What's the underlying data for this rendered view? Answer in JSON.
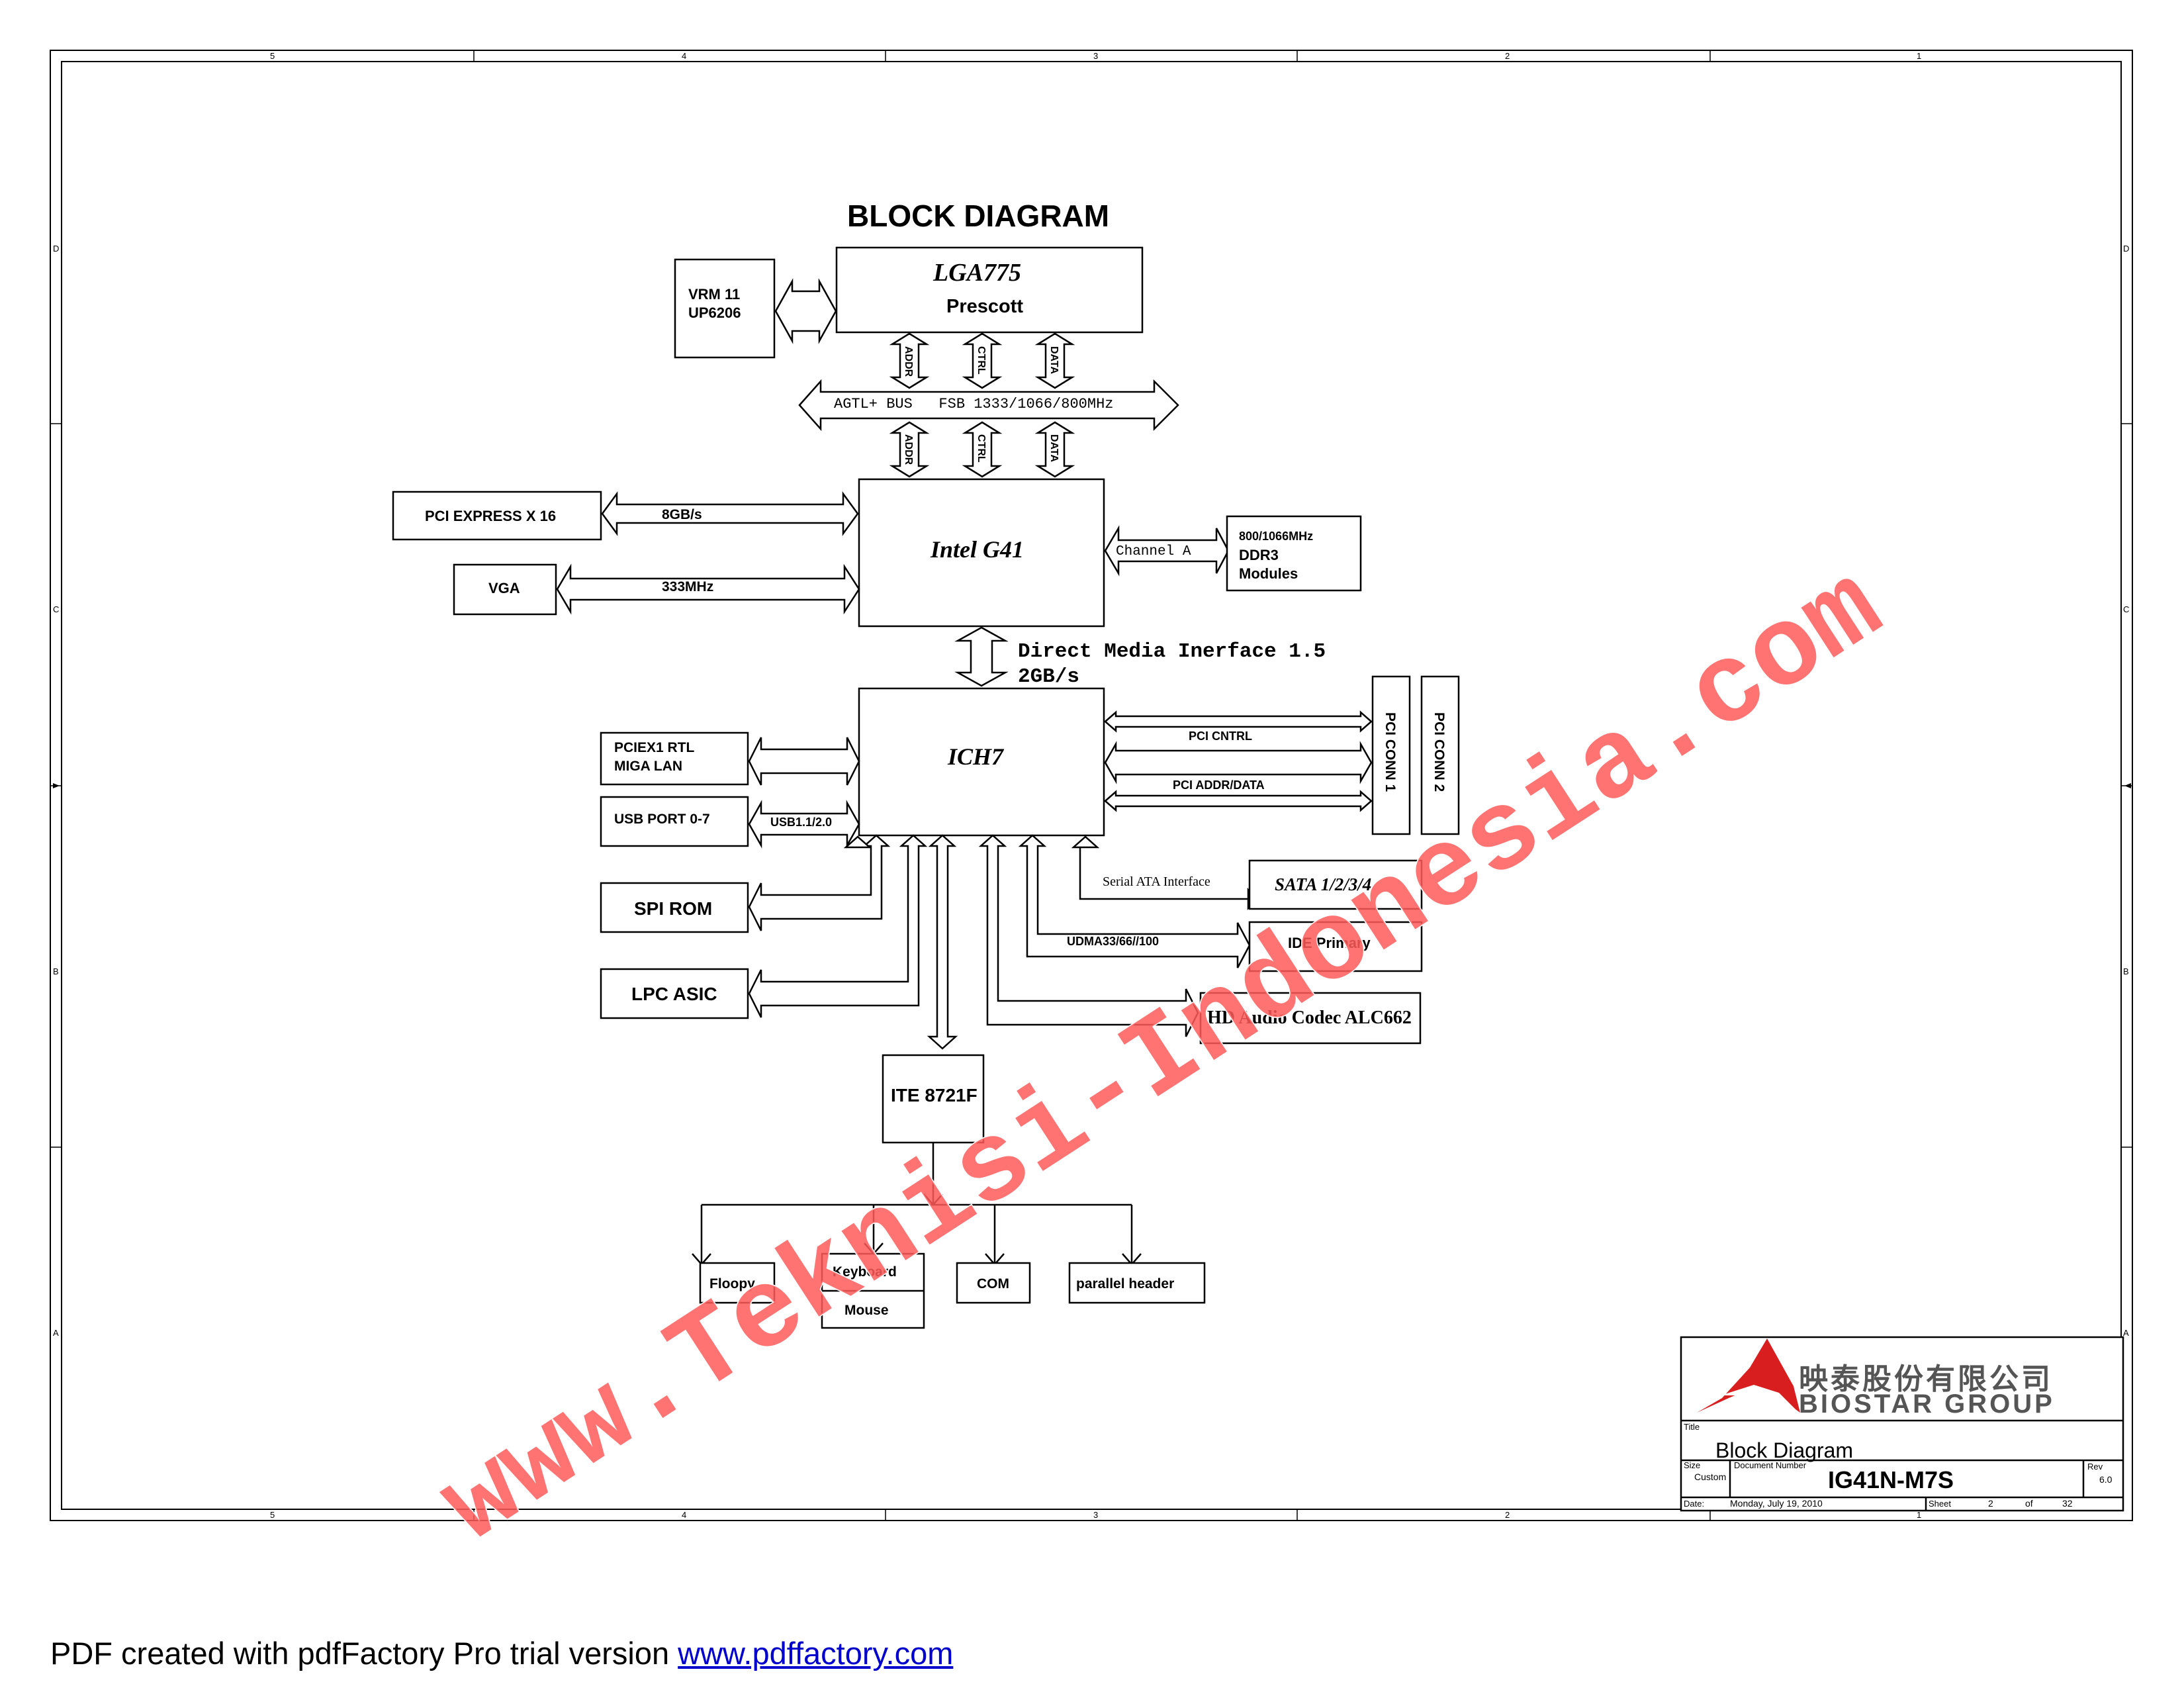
{
  "title": "BLOCK DIAGRAM",
  "blocks": {
    "cpu": {
      "name": "LGA775",
      "sub": "Prescott"
    },
    "vrm": {
      "line1": "VRM 11",
      "line2": "UP6206"
    },
    "fsb": {
      "label": "AGTL+ BUS   FSB 1333/1066/800MHz",
      "addr": "ADDR",
      "ctrl": "CTRL",
      "data": "DATA"
    },
    "nb": {
      "name": "Intel G41"
    },
    "pcie16": {
      "name": "PCI EXPRESS X 16",
      "speed": "8GB/s"
    },
    "vga": {
      "name": "VGA",
      "speed": "333MHz"
    },
    "ddr": {
      "channel": "Channel A",
      "line1": "800/1066MHz",
      "line2": "DDR3",
      "line3": "Modules"
    },
    "dmi": {
      "line1": "Direct Media Inerface 1.5",
      "line2": "2GB/s"
    },
    "sb": {
      "name": "ICH7"
    },
    "lan": {
      "line1": "PCIEX1 RTL",
      "line2": "MIGA LAN"
    },
    "usb": {
      "name": "USB PORT 0-7",
      "speed": "USB1.1/2.0"
    },
    "pci": {
      "ctrl": "PCI CNTRL",
      "addr": "PCI ADDR/DATA",
      "conn1": "PCI CONN 1",
      "conn2": "PCI CONN 2"
    },
    "spi": {
      "name": "SPI ROM"
    },
    "lpc": {
      "name": "LPC ASIC"
    },
    "sata": {
      "iface": "Serial ATA Interface",
      "name": "SATA 1/2/3/4"
    },
    "ide": {
      "speed": "UDMA33/66//100",
      "name": "IDE Primary"
    },
    "audio": {
      "name": "HD Audio Codec ALC662"
    },
    "sio": {
      "name": "ITE 8721F"
    },
    "floppy": {
      "name": "Floopy"
    },
    "kbd": {
      "line1": "Keyboard",
      "line2": "Mouse"
    },
    "com": {
      "name": "COM"
    },
    "lpt": {
      "name": "parallel header"
    }
  },
  "zones": {
    "columns": [
      "5",
      "4",
      "3",
      "2",
      "1"
    ],
    "rows": [
      "D",
      "C",
      "B",
      "A"
    ]
  },
  "title_block": {
    "company_cn": "映泰股份有限公司",
    "company_en": "BIOSTAR GROUP",
    "title_label": "Title",
    "title": "Block Diagram",
    "size_label": "Size",
    "size": "Custom",
    "doc_label": "Document Number",
    "doc": "IG41N-M7S",
    "rev_label": "Rev",
    "rev": "6.0",
    "date_label": "Date:",
    "date": "Monday, July 19, 2010",
    "sheet_label": "Sheet",
    "sheet": "2",
    "of_label": "of",
    "total": "32"
  },
  "watermark": "www.Teknisi-Indonesia.com",
  "footer": {
    "text": "PDF created with pdfFactory Pro trial version ",
    "link": "www.pdffactory.com"
  },
  "colors": {
    "watermark": "#ff5a5a",
    "logo": "#d81e1e",
    "link": "#0000cc"
  }
}
